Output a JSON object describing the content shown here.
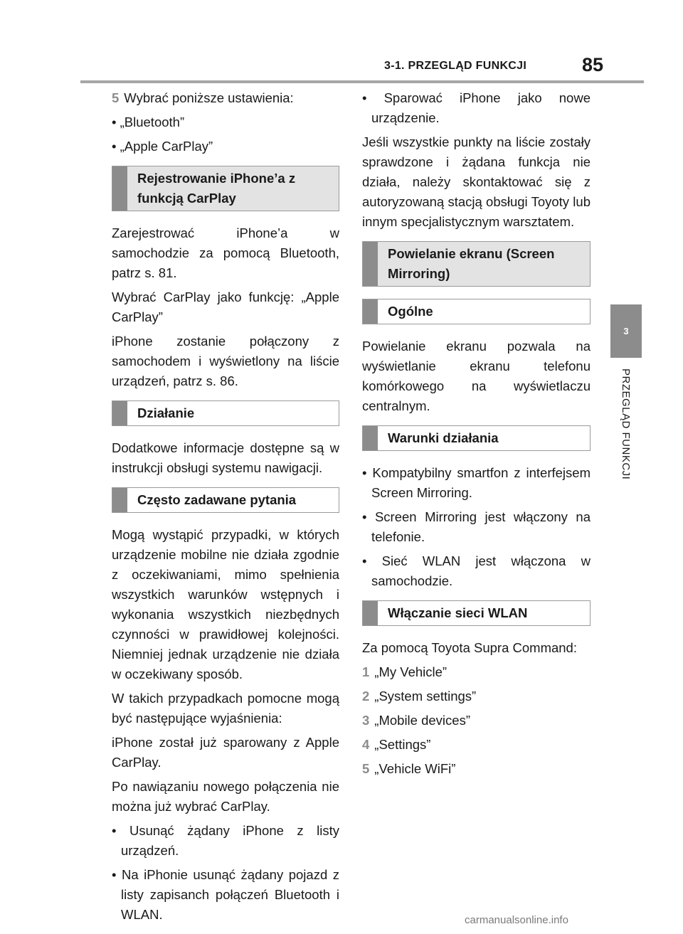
{
  "header": {
    "section": "3-1. PRZEGLĄD FUNKCJI",
    "page": "85"
  },
  "side_tab": {
    "number": "3",
    "label": "PRZEGLĄD FUNKCJI"
  },
  "left": {
    "step5_num": "5",
    "step5_text": "Wybrać poniższe ustawienia:",
    "bullet1": "• „Bluetooth”",
    "bullet2": "• „Apple CarPlay”",
    "h_register": "Rejestrowanie iPhone’a z funkcją CarPlay",
    "p_register1": "Zarejestrować iPhone’a w samochodzie za pomocą Bluetooth, patrz s. 81.",
    "p_register2": "Wybrać CarPlay jako funkcję: „Apple CarPlay”",
    "p_register3": "iPhone zostanie połączony z samochodem i wyświetlony na liście urządzeń, patrz s. 86.",
    "h_operation": "Działanie",
    "p_operation": "Dodatkowe informacje dostępne są w instrukcji obsługi systemu nawigacji.",
    "h_faq": "Często zadawane pytania",
    "p_faq1": "Mogą wystąpić przypadki, w których urządzenie mobilne nie działa zgodnie z oczekiwaniami, mimo spełnienia wszystkich warunków wstępnych i wykonania wszystkich niezbędnych czynności w prawidłowej kolejności. Niemniej jednak urządzenie nie działa w oczekiwany sposób.",
    "p_faq2": "W takich przypadkach pomocne mogą być następujące wyjaśnienia:",
    "p_faq3": "iPhone został już sparowany z Apple CarPlay.",
    "p_faq4": "Po nawiązaniu nowego połączenia nie można już wybrać CarPlay.",
    "bullet_faq1": "• Usunąć żądany iPhone z listy urządzeń.",
    "bullet_faq2": "• Na iPhonie usunąć żądany pojazd z listy zapisanch połączeń Bluetooth i WLAN."
  },
  "right": {
    "bullet_pair": "• Sparować iPhone jako nowe urządzenie.",
    "p_contact": "Jeśli wszystkie punkty na liście zostały sprawdzone i żądana funkcja nie działa, należy skontaktować się z autoryzowaną stacją obsługi Toyoty lub innym specjalistycznym warsztatem.",
    "h_mirroring": "Powielanie ekranu (Screen Mirroring)",
    "h_general": "Ogólne",
    "p_general": "Powielanie ekranu pozwala na wyświetlanie ekranu telefonu komórkowego na wyświetlaczu centralnym.",
    "h_conditions": "Warunki działania",
    "bullet_c1": "• Kompatybilny smartfon z interfejsem Screen Mirroring.",
    "bullet_c2": "• Screen Mirroring jest włączony na telefonie.",
    "bullet_c3": "• Sieć WLAN jest włączona w samochodzie.",
    "h_wlan": "Włączanie sieci WLAN",
    "p_wlan": "Za pomocą Toyota Supra Command:",
    "steps": [
      {
        "num": "1",
        "text": "„My Vehicle”"
      },
      {
        "num": "2",
        "text": "„System settings”"
      },
      {
        "num": "3",
        "text": "„Mobile devices”"
      },
      {
        "num": "4",
        "text": "„Settings”"
      },
      {
        "num": "5",
        "text": "„Vehicle WiFi”"
      }
    ]
  },
  "watermark": "carmanualsonline.info"
}
